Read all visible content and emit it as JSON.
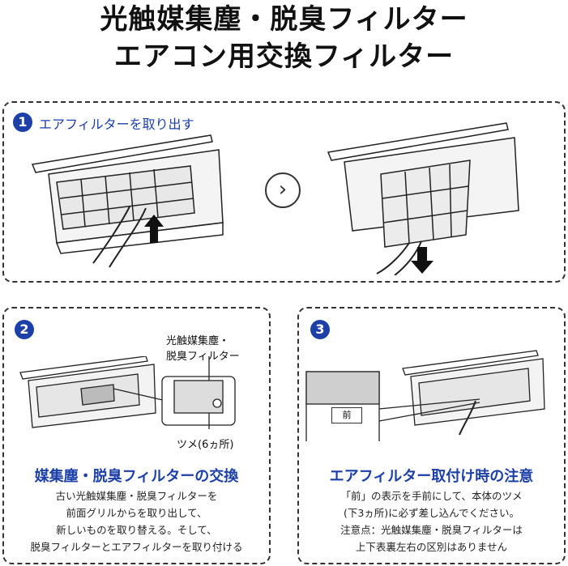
{
  "title": {
    "line1": "光触媒集塵・脱臭フィルター",
    "line2": "エアコン用交換フィルター"
  },
  "step1": {
    "number": "1",
    "label": "エアフィルターを取り出す",
    "next_icon": "chevron-right-icon"
  },
  "step2": {
    "number": "2",
    "callout_line1": "光触媒集塵・",
    "callout_line2": "脱臭フィルター",
    "tab_callout": "ツメ(6ヵ所)",
    "heading": "媒集塵・脱臭フィルターの交換",
    "body": [
      "古い光触媒集塵・脱臭フィルターを",
      "前面グリルからを取り出して、",
      "新しいものを取り替える。そして、",
      "脱臭フィルターとエアフィルターを取り付ける"
    ]
  },
  "step3": {
    "number": "3",
    "front_label": "前",
    "heading": "エアフィルター取付け時の注意",
    "body": [
      "「前」の表示を手前にして、本体のツメ",
      "(下3ヵ所)に必ず差し込んでください。",
      "注意点：光触媒集塵・脱臭フィルターは",
      "上下表裏左右の区別はありません"
    ]
  },
  "colors": {
    "accent": "#1c3fa8",
    "text": "#111111",
    "border": "#333333"
  }
}
